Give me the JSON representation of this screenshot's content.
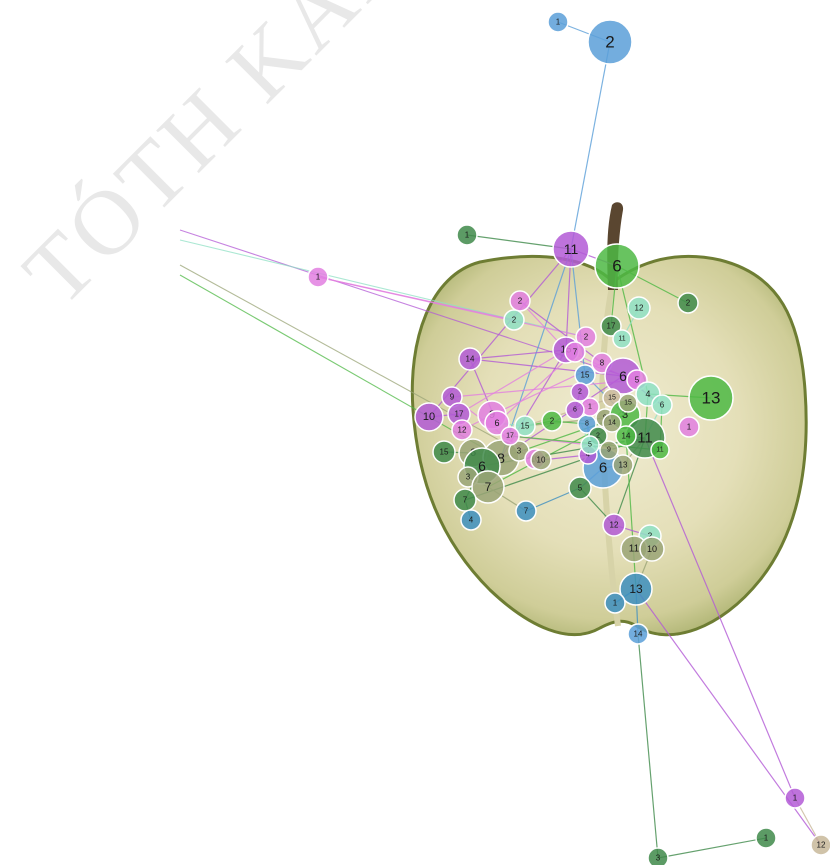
{
  "watermark": "TÓTH KÁRMEN D",
  "colors": {
    "blue": "#5b9fd8",
    "green": "#4db844",
    "darkgreen": "#3f8a4a",
    "purple": "#b35ad6",
    "pink": "#e27fe0",
    "mint": "#8fe0c4",
    "olive": "#9aa477",
    "tan": "#c8b89a",
    "steelblue": "#3d8fc0"
  },
  "nodes": [
    {
      "id": "n01",
      "label": "1",
      "color": "blue"
    },
    {
      "id": "n02",
      "label": "2",
      "color": "blue"
    },
    {
      "id": "n03",
      "label": "1",
      "color": "darkgreen"
    },
    {
      "id": "n04",
      "label": "11",
      "color": "purple"
    },
    {
      "id": "n05",
      "label": "6",
      "color": "green"
    },
    {
      "id": "n06",
      "label": "1",
      "color": "pink"
    },
    {
      "id": "n07",
      "label": "2",
      "color": "pink"
    },
    {
      "id": "n08",
      "label": "2",
      "color": "mint"
    },
    {
      "id": "n09",
      "label": "12",
      "color": "mint"
    },
    {
      "id": "n10",
      "label": "2",
      "color": "darkgreen"
    },
    {
      "id": "n11",
      "label": "17",
      "color": "darkgreen"
    },
    {
      "id": "n12",
      "label": "11",
      "color": "mint"
    },
    {
      "id": "n13",
      "label": "2",
      "color": "pink"
    },
    {
      "id": "n14",
      "label": "14",
      "color": "purple"
    },
    {
      "id": "n15",
      "label": "15",
      "color": "purple"
    },
    {
      "id": "n16",
      "label": "7",
      "color": "pink"
    },
    {
      "id": "n17",
      "label": "15",
      "color": "blue"
    },
    {
      "id": "n18",
      "label": "8",
      "color": "pink"
    },
    {
      "id": "n19",
      "label": "6",
      "color": "purple"
    },
    {
      "id": "n20",
      "label": "5",
      "color": "pink"
    },
    {
      "id": "n21",
      "label": "13",
      "color": "green"
    },
    {
      "id": "n22",
      "label": "4",
      "color": "mint"
    },
    {
      "id": "n23",
      "label": "6",
      "color": "mint"
    },
    {
      "id": "n24",
      "label": "15",
      "color": "tan"
    },
    {
      "id": "n25",
      "label": "9",
      "color": "olive"
    },
    {
      "id": "n26",
      "label": "3",
      "color": "green"
    },
    {
      "id": "n27",
      "label": "1",
      "color": "pink"
    },
    {
      "id": "n28",
      "label": "11",
      "color": "darkgreen"
    },
    {
      "id": "n29",
      "label": "14",
      "color": "green"
    },
    {
      "id": "n30",
      "label": "9",
      "color": "purple"
    },
    {
      "id": "n31",
      "label": "10",
      "color": "purple"
    },
    {
      "id": "n32",
      "label": "17",
      "color": "purple"
    },
    {
      "id": "n33",
      "label": "12",
      "color": "pink"
    },
    {
      "id": "n34",
      "label": "9",
      "color": "pink"
    },
    {
      "id": "n35",
      "label": "6",
      "color": "pink"
    },
    {
      "id": "n36",
      "label": "15",
      "color": "mint"
    },
    {
      "id": "n37",
      "label": "2",
      "color": "green"
    },
    {
      "id": "n38",
      "label": "8",
      "color": "blue"
    },
    {
      "id": "n39",
      "label": "6",
      "color": "blue"
    },
    {
      "id": "n40",
      "label": "13",
      "color": "olive"
    },
    {
      "id": "n41",
      "label": "15",
      "color": "darkgreen"
    },
    {
      "id": "n42",
      "label": "6",
      "color": "olive"
    },
    {
      "id": "n43",
      "label": "8",
      "color": "olive"
    },
    {
      "id": "n44",
      "label": "3",
      "color": "olive"
    },
    {
      "id": "n45",
      "label": "10",
      "color": "pink"
    },
    {
      "id": "n46",
      "label": "6",
      "color": "darkgreen"
    },
    {
      "id": "n47",
      "label": "3",
      "color": "olive"
    },
    {
      "id": "n48",
      "label": "7",
      "color": "olive"
    },
    {
      "id": "n49",
      "label": "7",
      "color": "darkgreen"
    },
    {
      "id": "n50",
      "label": "4",
      "color": "steelblue"
    },
    {
      "id": "n51",
      "label": "7",
      "color": "steelblue"
    },
    {
      "id": "n52",
      "label": "5",
      "color": "darkgreen"
    },
    {
      "id": "n53",
      "label": "12",
      "color": "purple"
    },
    {
      "id": "n54",
      "label": "2",
      "color": "mint"
    },
    {
      "id": "n55",
      "label": "11",
      "color": "olive"
    },
    {
      "id": "n56",
      "label": "10",
      "color": "olive"
    },
    {
      "id": "n57",
      "label": "13",
      "color": "steelblue"
    },
    {
      "id": "n58",
      "label": "1",
      "color": "steelblue"
    },
    {
      "id": "n59",
      "label": "14",
      "color": "blue"
    },
    {
      "id": "n60",
      "label": "1",
      "color": "purple"
    },
    {
      "id": "n61",
      "label": "12",
      "color": "tan"
    },
    {
      "id": "n62",
      "label": "1",
      "color": "darkgreen"
    },
    {
      "id": "n63",
      "label": "3",
      "color": "darkgreen"
    },
    {
      "id": "n64",
      "label": "10",
      "color": "olive"
    },
    {
      "id": "n65",
      "label": "4",
      "color": "purple"
    },
    {
      "id": "n66",
      "label": "9",
      "color": "olive"
    },
    {
      "id": "n67",
      "label": "2",
      "color": "darkgreen"
    },
    {
      "id": "n68",
      "label": "14",
      "color": "olive"
    },
    {
      "id": "n69",
      "label": "15",
      "color": "olive"
    },
    {
      "id": "n70",
      "label": "1",
      "color": "pink"
    },
    {
      "id": "n71",
      "label": "2",
      "color": "purple"
    },
    {
      "id": "n72",
      "label": "6",
      "color": "purple"
    },
    {
      "id": "n73",
      "label": "5",
      "color": "mint"
    },
    {
      "id": "n74",
      "label": "17",
      "color": "pink"
    },
    {
      "id": "n75",
      "label": "11",
      "color": "green"
    }
  ],
  "edges": [
    [
      "n01",
      "n02",
      "blue"
    ],
    [
      "n02",
      "n04",
      "blue"
    ],
    [
      "n03",
      "n04",
      "darkgreen"
    ],
    [
      "n04",
      "n05",
      "purple"
    ],
    [
      "n04",
      "n15",
      "purple"
    ],
    [
      "n04",
      "n17",
      "blue"
    ],
    [
      "n04",
      "n43",
      "blue"
    ],
    [
      "n04",
      "n31",
      "purple"
    ],
    [
      "n05",
      "n10",
      "green"
    ],
    [
      "n05",
      "n11",
      "green"
    ],
    [
      "n05",
      "n22",
      "green"
    ],
    [
      "n06",
      "n13",
      "pink"
    ],
    [
      "n06",
      "n08",
      "pink"
    ],
    [
      "n07",
      "n15",
      "pink"
    ],
    [
      "n07",
      "n18",
      "purple"
    ],
    [
      "n14",
      "n15",
      "purple"
    ],
    [
      "n14",
      "n35",
      "purple"
    ],
    [
      "n14",
      "n19",
      "purple"
    ],
    [
      "n15",
      "n19",
      "pink"
    ],
    [
      "n15",
      "n43",
      "purple"
    ],
    [
      "n15",
      "n32",
      "pink"
    ],
    [
      "n16",
      "n35",
      "pink"
    ],
    [
      "n17",
      "n26",
      "blue"
    ],
    [
      "n18",
      "n34",
      "pink"
    ],
    [
      "n19",
      "n23",
      "purple"
    ],
    [
      "n19",
      "n43",
      "purple"
    ],
    [
      "n20",
      "n30",
      "pink"
    ],
    [
      "n21",
      "n22",
      "green"
    ],
    [
      "n22",
      "n28",
      "green"
    ],
    [
      "n23",
      "n28",
      "mint"
    ],
    [
      "n24",
      "n36",
      "tan"
    ],
    [
      "n25",
      "n36",
      "olive"
    ],
    [
      "n26",
      "n43",
      "green"
    ],
    [
      "n26",
      "n48",
      "green"
    ],
    [
      "n28",
      "n29",
      "darkgreen"
    ],
    [
      "n28",
      "n46",
      "darkgreen"
    ],
    [
      "n28",
      "n49",
      "darkgreen"
    ],
    [
      "n28",
      "n53",
      "darkgreen"
    ],
    [
      "n28",
      "n60",
      "purple"
    ],
    [
      "n29",
      "n57",
      "green"
    ],
    [
      "n31",
      "n32",
      "purple"
    ],
    [
      "n32",
      "n33",
      "purple"
    ],
    [
      "n33",
      "n34",
      "pink"
    ],
    [
      "n34",
      "n35",
      "pink"
    ],
    [
      "n35",
      "n36",
      "mint"
    ],
    [
      "n36",
      "n37",
      "green"
    ],
    [
      "n37",
      "n38",
      "green"
    ],
    [
      "n38",
      "n39",
      "blue"
    ],
    [
      "n39",
      "n40",
      "blue"
    ],
    [
      "n39",
      "n52",
      "blue"
    ],
    [
      "n40",
      "n28",
      "olive"
    ],
    [
      "n41",
      "n42",
      "darkgreen"
    ],
    [
      "n42",
      "n43",
      "olive"
    ],
    [
      "n43",
      "n44",
      "olive"
    ],
    [
      "n44",
      "n45",
      "olive"
    ],
    [
      "n45",
      "n30",
      "pink"
    ],
    [
      "n46",
      "n49",
      "darkgreen"
    ],
    [
      "n47",
      "n48",
      "olive"
    ],
    [
      "n48",
      "n51",
      "olive"
    ],
    [
      "n49",
      "n50",
      "darkgreen"
    ],
    [
      "n51",
      "n52",
      "steelblue"
    ],
    [
      "n52",
      "n53",
      "darkgreen"
    ],
    [
      "n53",
      "n54",
      "purple"
    ],
    [
      "n54",
      "n55",
      "mint"
    ],
    [
      "n55",
      "n56",
      "olive"
    ],
    [
      "n56",
      "n57",
      "olive"
    ],
    [
      "n57",
      "n58",
      "steelblue"
    ],
    [
      "n57",
      "n59",
      "steelblue"
    ],
    [
      "n59",
      "n63",
      "darkgreen"
    ],
    [
      "n62",
      "n63",
      "darkgreen"
    ],
    [
      "n60",
      "n61",
      "tan"
    ],
    [
      "n57",
      "n61",
      "purple"
    ],
    [
      "n12",
      "n11",
      "mint"
    ],
    [
      "n09",
      "n12",
      "mint"
    ],
    [
      "n64",
      "n65",
      "purple"
    ],
    [
      "n65",
      "n66",
      "olive"
    ],
    [
      "n66",
      "n67",
      "darkgreen"
    ],
    [
      "n67",
      "n68",
      "olive"
    ],
    [
      "n68",
      "n69",
      "olive"
    ],
    [
      "n70",
      "n71",
      "pink"
    ],
    [
      "n71",
      "n72",
      "purple"
    ],
    [
      "n72",
      "n73",
      "mint"
    ],
    [
      "n73",
      "n74",
      "pink"
    ],
    [
      "n74",
      "n75",
      "green"
    ],
    [
      "n23",
      "n75",
      "green"
    ],
    [
      "n38",
      "n73",
      "blue"
    ]
  ],
  "offscreen_edges": [
    [
      "n43",
      "green"
    ],
    [
      "n44",
      "olive"
    ],
    [
      "n20",
      "purple"
    ],
    [
      "n13",
      "mint"
    ]
  ]
}
